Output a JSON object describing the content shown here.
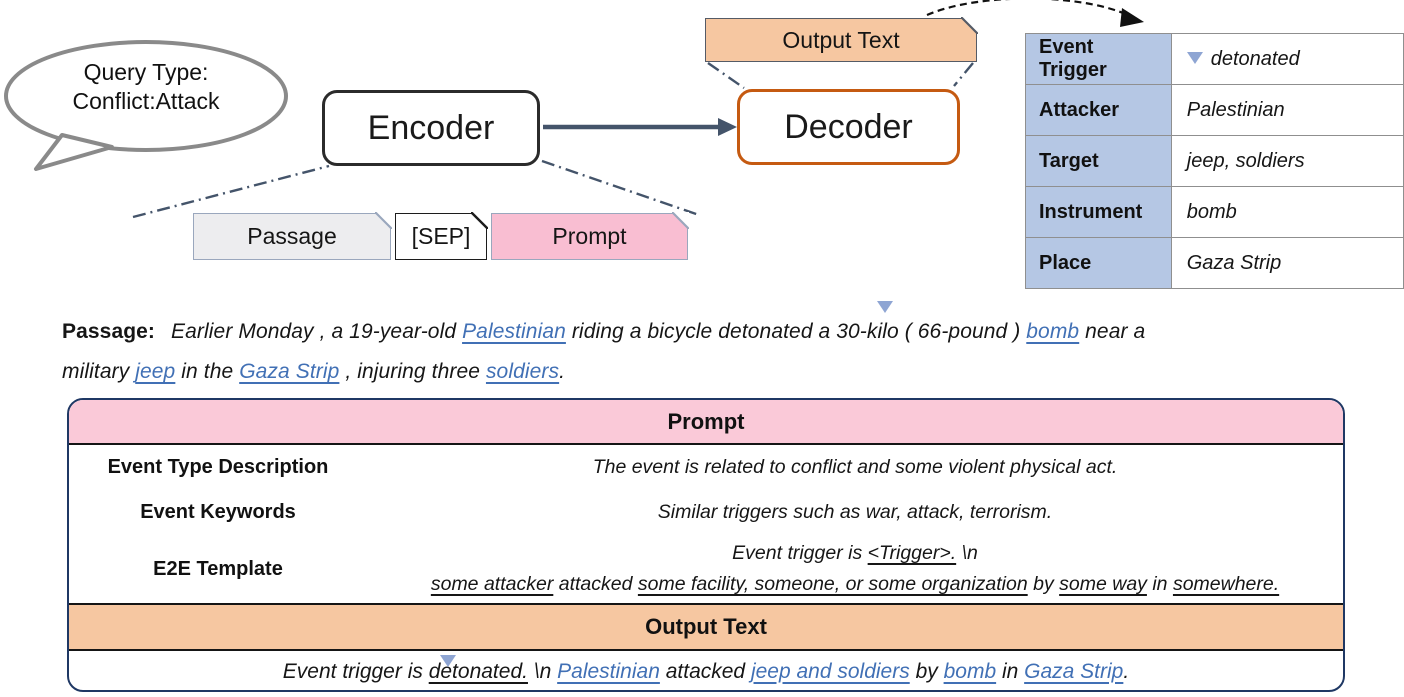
{
  "bubble": {
    "line1": "Query Type:",
    "line2": "Conflict:Attack"
  },
  "encoder": {
    "label": "Encoder"
  },
  "decoder": {
    "label": "Decoder"
  },
  "output_box": {
    "label": "Output Text"
  },
  "tokens": {
    "passage": "Passage",
    "sep": "[SEP]",
    "prompt": "Prompt"
  },
  "result_table": {
    "rows": [
      {
        "label": "Event Trigger",
        "value": "detonated",
        "marker": "trigger-marker"
      },
      {
        "label": "Attacker",
        "value": "Palestinian"
      },
      {
        "label": "Target",
        "value": "jeep, soldiers"
      },
      {
        "label": "Instrument",
        "value": "bomb"
      },
      {
        "label": "Place",
        "value": "Gaza Strip"
      }
    ]
  },
  "passage": {
    "label": "Passage:",
    "line1": [
      {
        "t": "Earlier Monday , a 19-year-old "
      },
      {
        "t": "Palestinian",
        "k": "lnk"
      },
      {
        "t": " riding a bicycle detonated a 30-kilo ( 66-pound ) "
      },
      {
        "t": "bomb",
        "k": "lnk"
      },
      {
        "t": " near a"
      }
    ],
    "line2": [
      {
        "t": "military "
      },
      {
        "t": "jeep",
        "k": "lnk"
      },
      {
        "t": " in the "
      },
      {
        "t": "Gaza Strip",
        "k": "lnk"
      },
      {
        "t": " , injuring three "
      },
      {
        "t": "soldiers",
        "k": "lnk"
      },
      {
        "t": "."
      }
    ]
  },
  "prompt_card": {
    "header": "Prompt",
    "rows": [
      {
        "label": "Event Type Description",
        "value": "The event is related to conflict and some violent physical act."
      },
      {
        "label": "Event Keywords",
        "value": "Similar triggers such as war, attack, terrorism."
      },
      {
        "label": "E2E Template",
        "line1": [
          {
            "t": "Event trigger is "
          },
          {
            "t": "<Trigger>.",
            "k": "u"
          },
          {
            "t": " \\n"
          }
        ],
        "line2": [
          {
            "t": "some attacker",
            "k": "u"
          },
          {
            "t": " attacked "
          },
          {
            "t": "some facility, someone, or some organization",
            "k": "u"
          },
          {
            "t": " by "
          },
          {
            "t": "some way",
            "k": "u"
          },
          {
            "t": " in "
          },
          {
            "t": "somewhere.",
            "k": "u"
          }
        ]
      }
    ],
    "output_header": "Output Text",
    "output_line": [
      {
        "t": "Event trigger is "
      },
      {
        "t": "detonated.",
        "k": "u"
      },
      {
        "t": " \\n "
      },
      {
        "t": "Palestinian",
        "k": "lnk"
      },
      {
        "t": " attacked "
      },
      {
        "t": "jeep and soldiers",
        "k": "lnk"
      },
      {
        "t": " by "
      },
      {
        "t": "bomb",
        "k": "lnk"
      },
      {
        "t": " in "
      },
      {
        "t": "Gaza Strip",
        "k": "lnk"
      },
      {
        "t": "."
      }
    ]
  },
  "colors": {
    "pink_header": "#FAC9D8",
    "pink_chip": "#F9BED2",
    "peach": "#F6C7A1",
    "table_blue": "#B5C7E4",
    "decoder_orange": "#C55A11",
    "card_navy_border": "#1F3864",
    "connector_slate": "#44546A",
    "link_blue": "#4170B5",
    "marker_blue": "#8EA5D3"
  }
}
